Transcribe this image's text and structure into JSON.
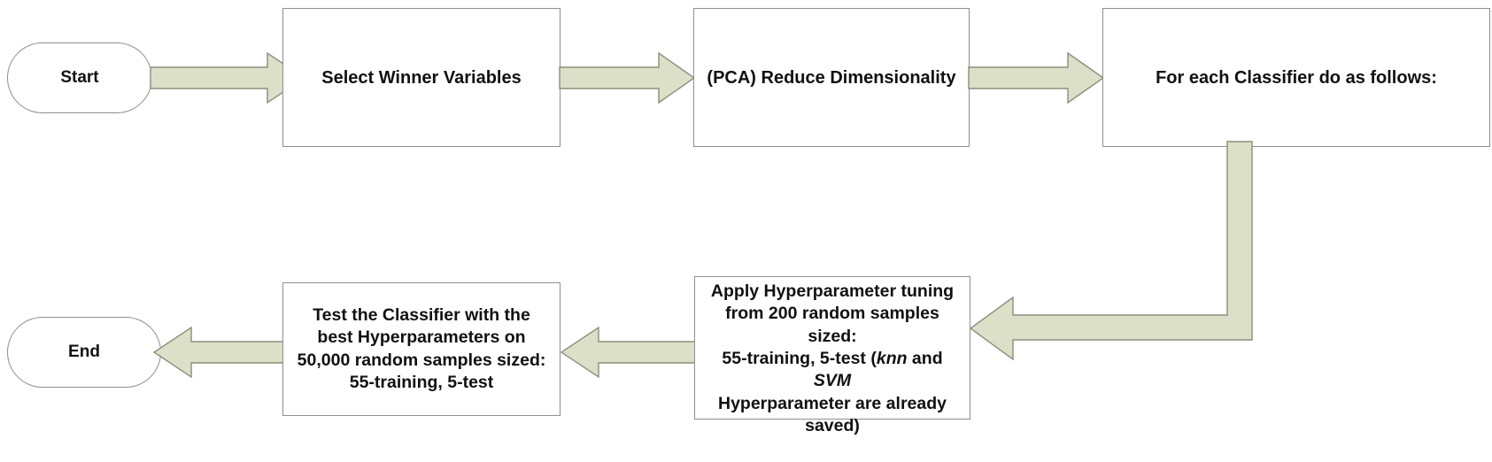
{
  "diagram": {
    "title": "Classifier Training and Evaluation Pipeline Flowchart",
    "type": "flowchart",
    "background_color": "#ffffff",
    "arrow_fill_color": "#dde0c8",
    "arrow_stroke_color": "#8a8f7a",
    "node_border_color": "#8f8f8f",
    "node_fill_color": "#ffffff",
    "text_color": "#111111"
  },
  "nodes": {
    "start": {
      "label": "Start",
      "shape": "terminator"
    },
    "select_variables": {
      "label": "Select Winner Variables",
      "shape": "process"
    },
    "pca": {
      "label": "(PCA) Reduce Dimensionality",
      "shape": "process"
    },
    "for_each_classifier": {
      "label": "For each Classifier do as follows:",
      "shape": "process"
    },
    "apply_tuning": {
      "label": "Apply Hyperparameter tuning from 200 random samples sized: 55-training, 5-test (knn and SVM Hyperparameter are already saved)",
      "line1": "Apply Hyperparameter tuning",
      "line2": "from 200 random samples sized:",
      "line3_a": "55-training, 5-test (",
      "line3_italic1": "knn",
      "line3_b": " and ",
      "line3_italic2": "SVM",
      "line4": "Hyperparameter are already",
      "line5": "saved)",
      "shape": "process"
    },
    "test_classifier": {
      "label": "Test the Classifier with the best Hyperparameters on 50,000 random samples sized: 55-training, 5-test",
      "shape": "process"
    },
    "end": {
      "label": "End",
      "shape": "terminator"
    }
  },
  "connectors": [
    {
      "name": "start-to-select",
      "from": "start",
      "to": "select_variables",
      "direction": "right"
    },
    {
      "name": "select-to-pca",
      "from": "select_variables",
      "to": "pca",
      "direction": "right"
    },
    {
      "name": "pca-to-foreach",
      "from": "pca",
      "to": "for_each_classifier",
      "direction": "right"
    },
    {
      "name": "foreach-to-apply",
      "from": "for_each_classifier",
      "to": "apply_tuning",
      "direction": "down-then-left"
    },
    {
      "name": "apply-to-test",
      "from": "apply_tuning",
      "to": "test_classifier",
      "direction": "left"
    },
    {
      "name": "test-to-end",
      "from": "test_classifier",
      "to": "end",
      "direction": "left"
    }
  ]
}
